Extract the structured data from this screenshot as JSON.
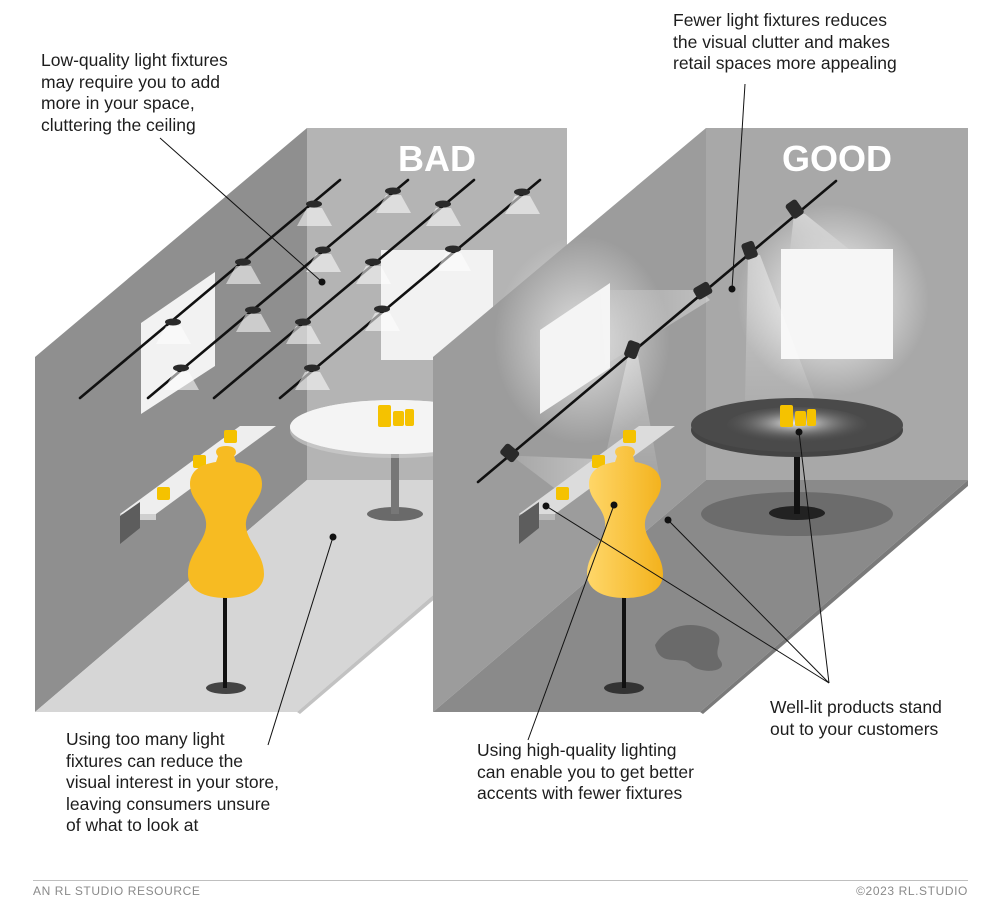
{
  "panels": {
    "bad": {
      "heading": "BAD"
    },
    "good": {
      "heading": "GOOD"
    }
  },
  "callouts": {
    "bad_ceiling": "Low-quality light fixtures\nmay require you to add\nmore in your space,\ncluttering the ceiling",
    "bad_floor": "Using too many light\nfixtures can reduce the\nvisual interest in your store,\nleaving consumers unsure\nof what to look at",
    "good_ceiling": "Fewer light fixtures reduces\nthe visual clutter and makes\nretail spaces more appealing",
    "good_quality": "Using high-quality lighting\ncan enable you to get better\naccents with fewer fixtures",
    "good_products": "Well-lit products stand\nout to your customers"
  },
  "footer": {
    "left": "AN RL STUDIO RESOURCE",
    "right": "©2023 RL.STUDIO"
  },
  "colors": {
    "mannequin": "#f7bb22",
    "product": "#f5c200",
    "wall_dark": "#8e8e8e",
    "wall_mid": "#9e9e9e",
    "wall_back": "#b4b4b4",
    "floor_bad": "#d6d6d6",
    "floor_good": "#8a8a8a",
    "fixture": "#2a2a2a"
  }
}
